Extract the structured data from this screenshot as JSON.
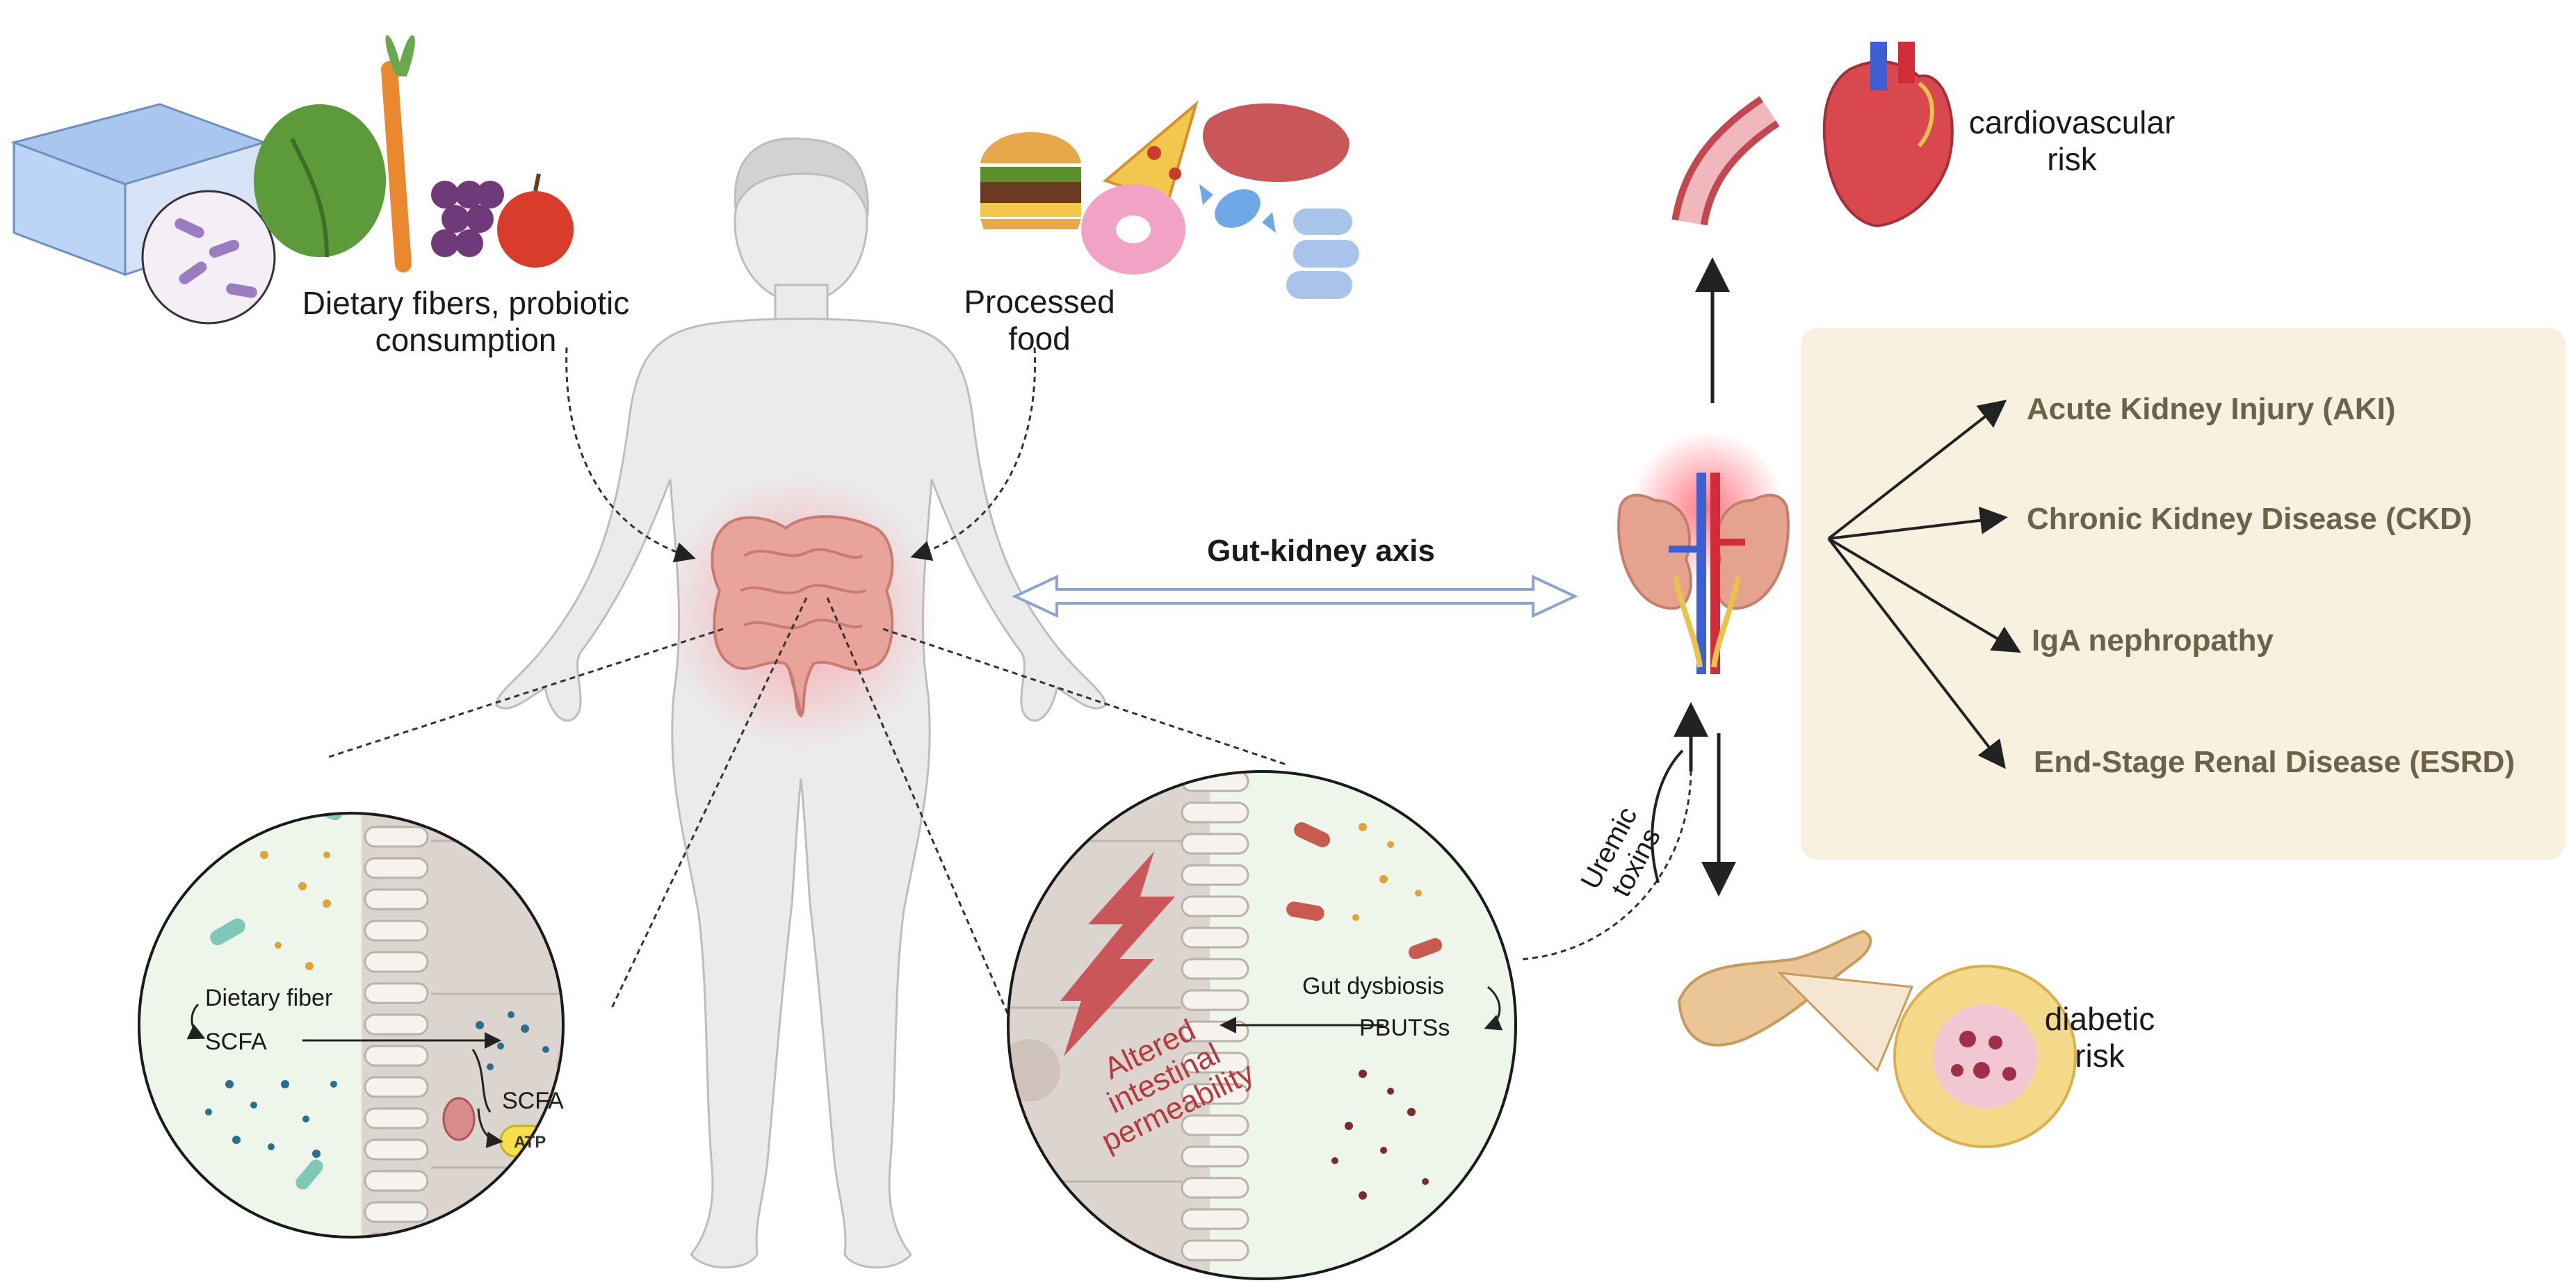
{
  "labels": {
    "dietary": "Dietary fibers, probiotic consumption",
    "processed": "Processed food",
    "axis": "Gut-kidney axis",
    "cardio": "cardiovascular risk",
    "diabetic": "diabetic risk",
    "uremic": "Uremic toxins",
    "left_inset": {
      "dietary_fiber": "Dietary fiber",
      "scfa_1": "SCFA",
      "scfa_2": "SCFA",
      "atp": "ATP"
    },
    "right_inset": {
      "dysbiosis": "Gut dysbiosis",
      "pbutss": "PBUTSs",
      "altered": "Altered intestinal permeability"
    }
  },
  "kidney_diseases": [
    "Acute Kidney Injury (AKI)",
    "Chronic Kidney Disease (CKD)",
    "IgA nephropathy",
    "End-Stage Renal Disease (ESRD)"
  ],
  "colors": {
    "panel_bg": "#f8f1e0",
    "disease_text": "#6b6249",
    "alert_red": "#b8393b",
    "gut_pink": "#e8a39a",
    "atp_yellow": "#f7e04a",
    "axis_arrow": "#8aa4cf"
  }
}
